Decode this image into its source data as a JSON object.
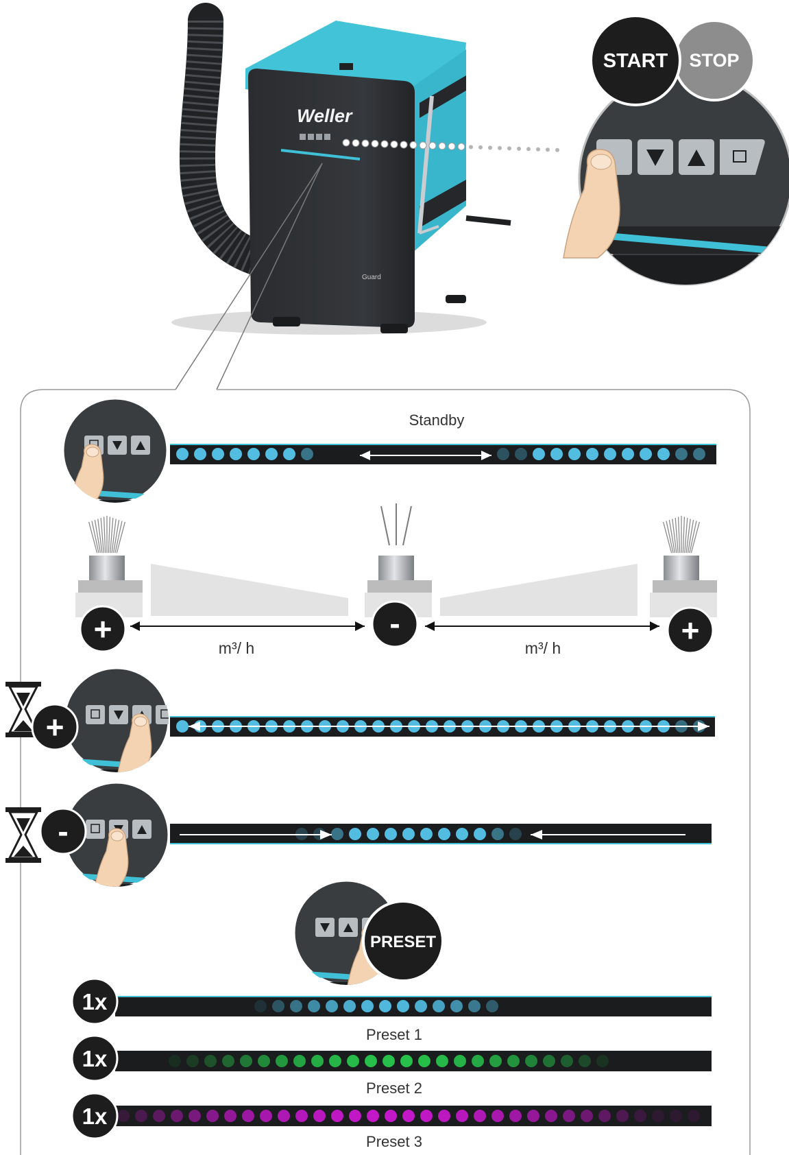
{
  "device": {
    "brand": "Weller",
    "model_label": "Guard"
  },
  "badges": {
    "start": "START",
    "stop": "STOP",
    "preset": "PRESET"
  },
  "labels": {
    "standby": "Standby",
    "flow_unit_left": "m³/ h",
    "flow_unit_right": "m³/ h",
    "press_count": "1x",
    "plus": "+",
    "minus": "-"
  },
  "presets": [
    {
      "label": "Preset 1",
      "color": "#4fb8dc"
    },
    {
      "label": "Preset 2",
      "color": "#27c04a"
    },
    {
      "label": "Preset 3",
      "color": "#c318c8"
    }
  ],
  "colors": {
    "accent_cyan": "#3fc0d6",
    "led_blue": "#52bde0",
    "device_body": "#2e3033",
    "badge_dark": "#1d1d1d",
    "badge_grey": "#8c8c8c"
  },
  "icons": [
    "hourglass-icon",
    "finger-press-icon",
    "plus-icon",
    "minus-icon",
    "menu-key-icon",
    "down-key-icon",
    "up-key-icon",
    "preset-key-icon"
  ]
}
